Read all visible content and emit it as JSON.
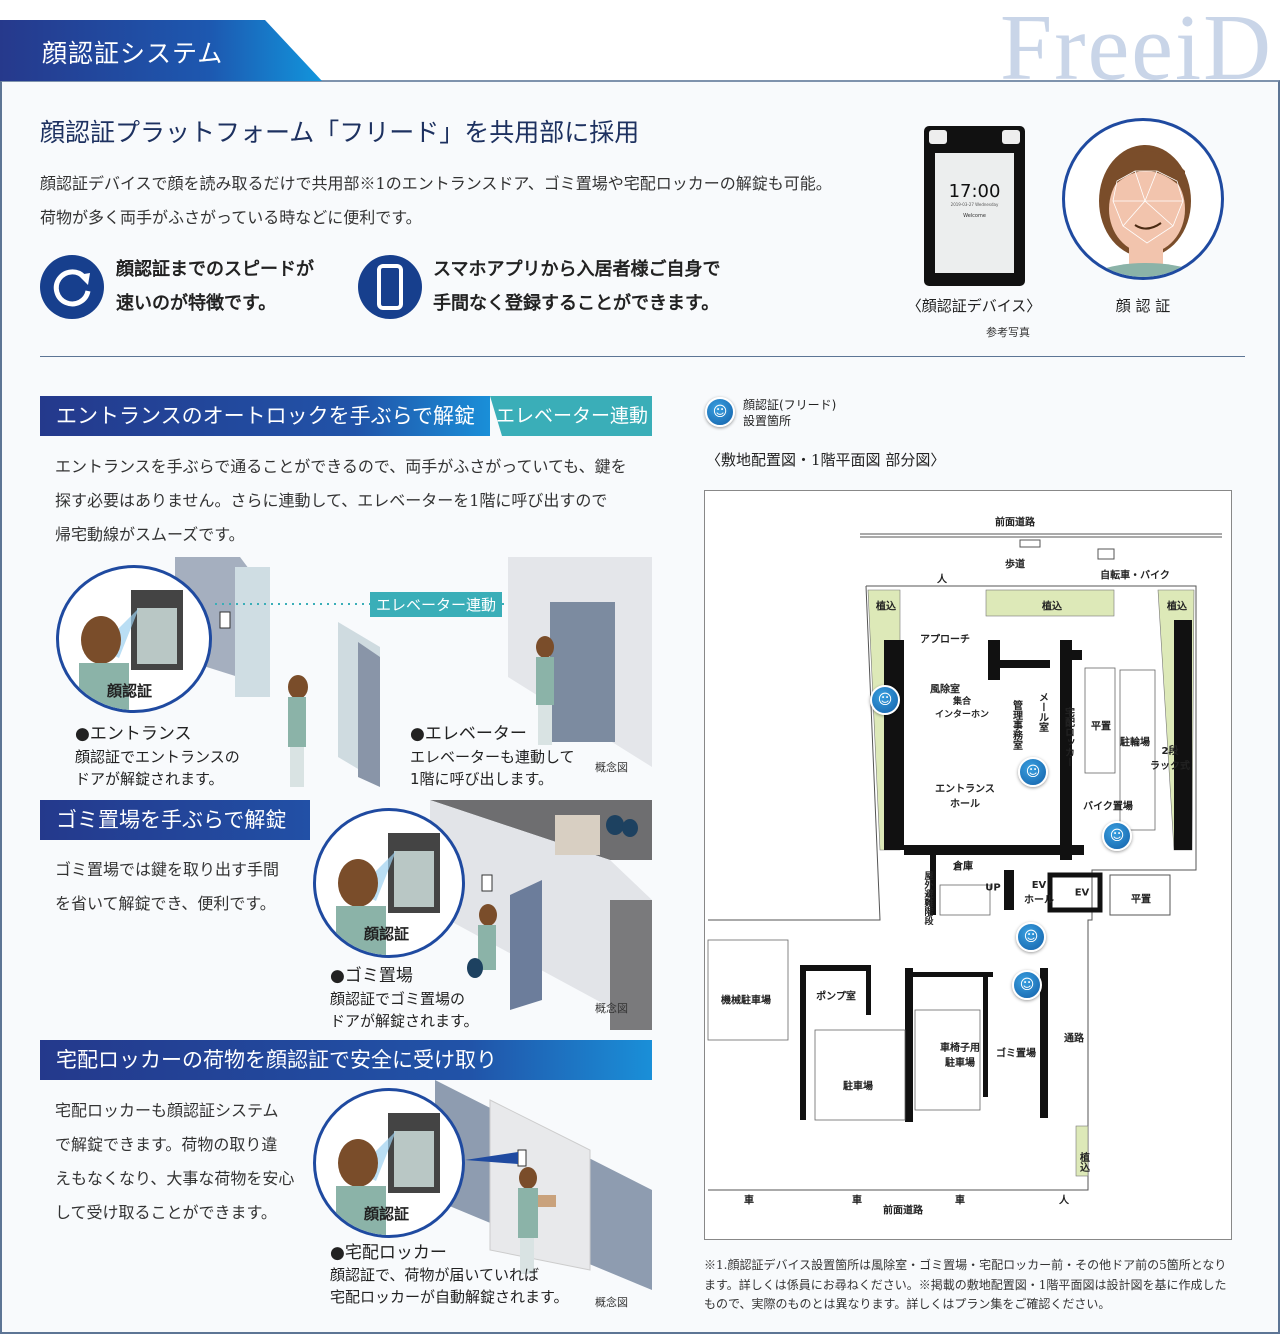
{
  "header": {
    "tab_title": "顔認証システム",
    "watermark": "FreeiD"
  },
  "intro": {
    "title": "顔認証プラットフォーム「フリード」を共用部に採用",
    "lines": [
      "顔認証デバイスで顔を読み取るだけで共用部※1のエントランスドア、ゴミ置場や宅配ロッカーの解錠も可能。",
      "荷物が多く両手がふさがっている時などに便利です。"
    ],
    "features": [
      {
        "icon": "speed-refresh-icon",
        "lines": [
          "顔認証までのスピードが",
          "速いのが特徴です。"
        ]
      },
      {
        "icon": "smartphone-icon",
        "lines": [
          "スマホアプリから入居者様ご自身で",
          "手間なく登録することができます。"
        ]
      }
    ],
    "device": {
      "time": "17:00",
      "date": "2019-03-27 Wednesday",
      "welcome": "Welcome",
      "caption": "〈顔認証デバイス〉",
      "note": "参考写真"
    },
    "face_caption": "顔 認 証"
  },
  "section_entrance": {
    "title": "エントランスのオートロックを手ぶらで解錠",
    "tag": "エレベーター連動",
    "lines": [
      "エントランスを手ぶらで通ることができるので、両手がふさがっていても、鍵を",
      "探す必要はありません。さらに連動して、エレベーターを1階に呼び出すので",
      "帰宅動線がスムーズです。"
    ],
    "bubble": "顔認証",
    "link_label": "エレベーター連動",
    "cap1_title": "●エントランス",
    "cap1_lines": [
      "顔認証でエントランスの",
      "ドアが解錠されます。"
    ],
    "cap2_title": "●エレベーター",
    "cap2_lines": [
      "エレベーターも連動して",
      "1階に呼び出します。"
    ],
    "note": "概念図"
  },
  "section_garbage": {
    "title": "ゴミ置場を手ぶらで解錠",
    "lines": [
      "ゴミ置場では鍵を取り出す手間",
      "を省いて解錠でき、便利です。"
    ],
    "bubble": "顔認証",
    "cap_title": "●ゴミ置場",
    "cap_lines": [
      "顔認証でゴミ置場の",
      "ドアが解錠されます。"
    ],
    "note": "概念図"
  },
  "section_locker": {
    "title": "宅配ロッカーの荷物を顔認証で安全に受け取り",
    "lines": [
      "宅配ロッカーも顔認証システム",
      "で解錠できます。荷物の取り違",
      "えもなくなり、大事な荷物を安心",
      "して受け取ることができます。"
    ],
    "bubble": "顔認証",
    "cap_title": "●宅配ロッカー",
    "cap_lines": [
      "顔認証で、荷物が届いていれば",
      "宅配ロッカーが自動解錠されます。"
    ],
    "note": "概念図"
  },
  "plan": {
    "legend": [
      "顔認証(フリード)",
      "設置箇所"
    ],
    "title": "〈敷地配置図・1階平面図 部分図〉",
    "labels": {
      "road_top": "前面道路",
      "sidewalk": "歩道",
      "bike_entry": "自転車・バイク",
      "plant": "植込",
      "approach": "アプローチ",
      "windbreak": "風除室",
      "intercom": "集合\nインターホン",
      "office": "管理事務室",
      "mail": "メール室",
      "locker": "宅配ロッカー",
      "flat": "平置",
      "bicycle": "駐輪場",
      "rack": "2段\nラック式",
      "hall": "エントランス\nホール",
      "bike": "バイク置場",
      "storage": "倉庫",
      "stairs": "屋外避難階段",
      "up": "UP",
      "ev_hall": "EV\nホール",
      "ev": "EV",
      "mech_parking": "機械駐車場",
      "pump": "ポンプ室",
      "wheelchair": "車椅子用\n駐車場",
      "garbage": "ゴミ置場",
      "passage": "通路",
      "parking": "駐車場",
      "car": "車",
      "person": "人",
      "road_bottom": "前面道路"
    }
  },
  "footnote": "※1.顔認証デバイス設置箇所は風除室・ゴミ置場・宅配ロッカー前・その他ドア前の5箇所となります。詳しくは係員にお尋ねください。※掲載の敷地配置図・1階平面図は設計図を基に作成したもので、実際のものとは異なります。詳しくはプラン集をご確認ください。",
  "colors": {
    "navy": "#24398c",
    "teal": "#3aaeb8",
    "plant_green": "#dde9b8",
    "marker_blue": "#1a78c8"
  }
}
